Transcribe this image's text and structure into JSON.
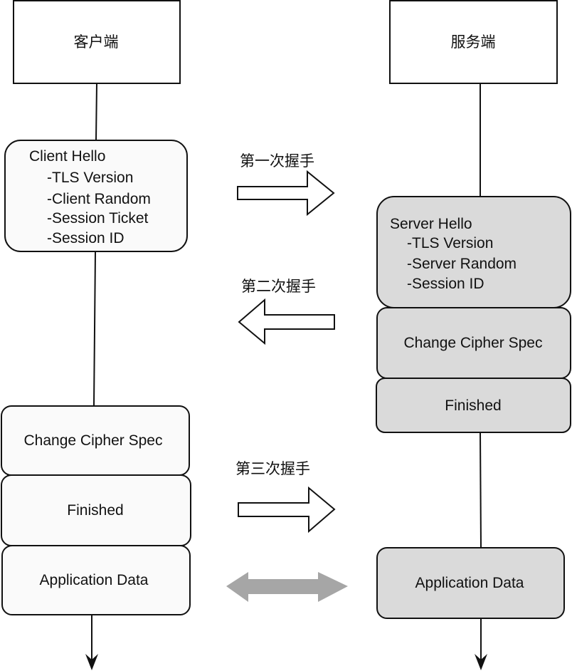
{
  "colors": {
    "client_box_fill": "#fafafa",
    "server_box_fill": "#dadada",
    "stroke": "#111111",
    "bidirectional_arrow": "#a6a6a6",
    "hollow_arrow_fill": "#ffffff"
  },
  "client": {
    "title": "客户端",
    "client_hello": {
      "title": "Client Hello",
      "fields": [
        "-TLS Version",
        "-Client Random",
        "-Session Ticket",
        "-Session ID"
      ]
    },
    "change_cipher_spec": "Change Cipher Spec",
    "finished": "Finished",
    "application_data": "Application Data"
  },
  "server": {
    "title": "服务端",
    "server_hello": {
      "title": "Server Hello",
      "fields": [
        "-TLS Version",
        "-Server Random",
        "-Session ID"
      ]
    },
    "change_cipher_spec": "Change Cipher Spec",
    "finished": "Finished",
    "application_data": "Application Data"
  },
  "handshakes": [
    {
      "label": "第一次握手",
      "direction": "right"
    },
    {
      "label": "第二次握手",
      "direction": "left"
    },
    {
      "label": "第三次握手",
      "direction": "right"
    }
  ],
  "data_exchange": {
    "direction": "both"
  }
}
